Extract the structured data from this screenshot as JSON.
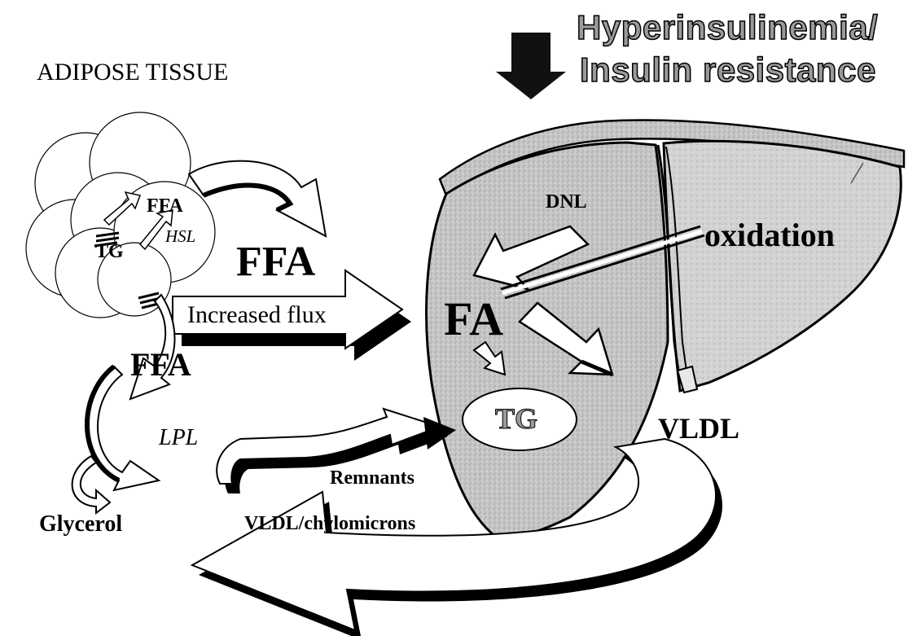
{
  "labels": {
    "title_line1": "Hyperinsulinemia/",
    "title_line2": "Insulin resistance",
    "adipose_tissue": "ADIPOSE TISSUE",
    "ffa_cell": "FFA",
    "tg_cell": "TG",
    "hsl": "HSL",
    "ffa_big": "FFA",
    "increased_flux": "Increased flux",
    "ffa_lower": "FFA",
    "lpl": "LPL",
    "glycerol": "Glycerol",
    "remnants": "Remnants",
    "vldl_chylomicrons": "VLDL/chylomicrons",
    "dnl": "DNL",
    "oxidation": "oxidation",
    "fa": "FA",
    "tg_liver": "TG",
    "vldl": "VLDL"
  },
  "colors": {
    "liver_fill": "#c9c9c9",
    "liver_right_fill": "#d4d4d4",
    "arrow_fill": "#ffffff",
    "arrow_shadow": "#000000",
    "title_fill": "#9a9a9a"
  }
}
